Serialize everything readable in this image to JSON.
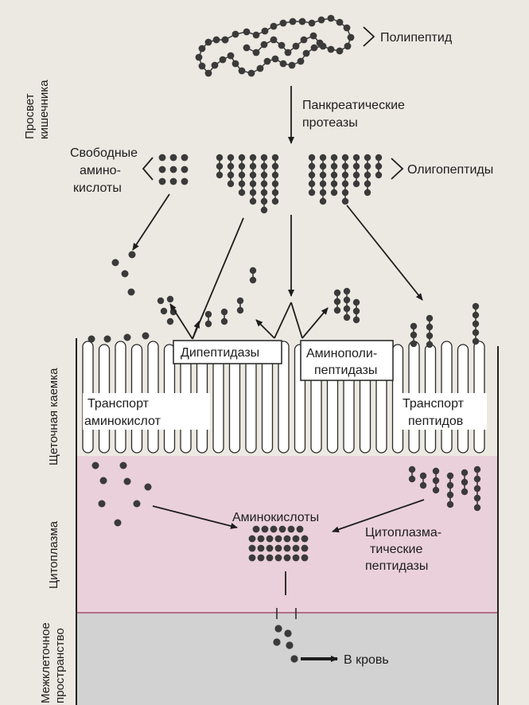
{
  "labels": {
    "polypeptide": "Полипептид",
    "proteases_line1": "Панкреатические",
    "proteases_line2": "протеазы",
    "free_aa_line1": "Свободные",
    "free_aa_line2": "амино-",
    "free_aa_line3": "кислоты",
    "oligopeptides": "Олигопептиды",
    "dipeptidases": "Дипептидазы",
    "aminopeptidases_line1": "Аминополи-",
    "aminopeptidases_line2": "пептидазы",
    "aa_transport_line1": "Транспорт",
    "aa_transport_line2": "аминокислот",
    "peptide_transport_line1": "Транспорт",
    "peptide_transport_line2": "пептидов",
    "amino_acids": "Аминокислоты",
    "cyto_peptidases_line1": "Цитоплазма-",
    "cyto_peptidases_line2": "тические",
    "cyto_peptidases_line3": "пептидазы",
    "to_blood": "В кровь"
  },
  "side_labels": {
    "lumen_line1": "Просвет",
    "lumen_line2": "кишечника",
    "brush_border": "Щеточная каемка",
    "cytoplasm": "Цитоплазма",
    "intercellular_line1": "Межклеточное",
    "intercellular_line2": "пространство"
  },
  "colors": {
    "background": "#ece9e2",
    "cytoplasm": "#ead0da",
    "intercellular": "#d2d2d2",
    "bead": "#3a3a3a",
    "line": "#1d1d1d",
    "membrane": "#b07088"
  }
}
